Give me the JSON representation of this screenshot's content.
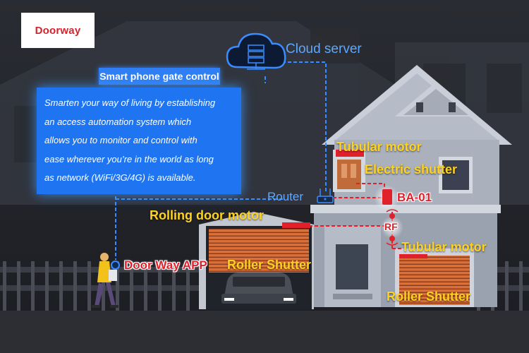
{
  "brand": {
    "name": "Doorway"
  },
  "cloud": {
    "label": "Cloud server"
  },
  "card": {
    "title": "Smart phone gate control",
    "lines": [
      "Smarten your way of living by establishing",
      "an access automation system which",
      "allows you to monitor and control with",
      "ease wherever you’re in the world as long",
      "as network (WiFi/3G/4G) is available."
    ]
  },
  "labels": {
    "tubular_motor_top": "Tubular motor",
    "electric_shutter": "Electric shutter",
    "router": "Router",
    "ba01": "BA-01",
    "rolling_door_motor": "Rolling door motor",
    "rf": "RF",
    "tubular_motor_side": "Tubular motor",
    "door_way_app": "Door Way APP",
    "roller_shutter_garage": "Roller Shutter",
    "roller_shutter_side": "Roller Shutter"
  },
  "colors": {
    "accent_blue": "#2f7ef4",
    "label_yellow": "#ffd21f",
    "alert_red": "#e0212b",
    "brand_red": "#d6232b",
    "shutter_orange": "#d9703a"
  }
}
